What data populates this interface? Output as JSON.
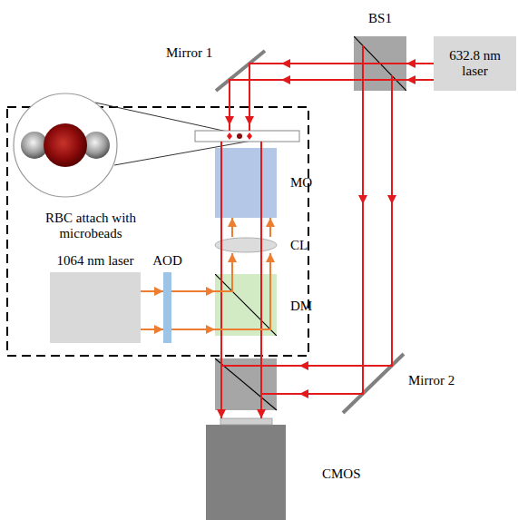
{
  "diagram": {
    "nodes": [
      {
        "text": [
          "BS1"
        ]
      },
      {
        "text": [
          "632.8 nm laser"
        ]
      },
      {
        "text": [
          "MO"
        ]
      },
      {
        "text": [
          "CL"
        ]
      },
      {
        "text": [
          "1064 nm laser"
        ]
      },
      {
        "text": [
          "AOD"
        ]
      },
      {
        "text": [
          "DM"
        ]
      },
      {
        "text": [
          "CMOS"
        ]
      }
    ],
    "edges": [
      {
        "from": 1,
        "to": 0,
        "arrow": "to"
      },
      {
        "from": 4,
        "to": 5,
        "arrow": "to"
      },
      {
        "from": 5,
        "to": 6,
        "arrow": "to"
      },
      {
        "from": 6,
        "to": 3,
        "arrow": "to"
      },
      {
        "from": 3,
        "to": 2,
        "arrow": "to"
      }
    ],
    "labels": [
      "Mirror 1",
      "RBC attach with microbeads",
      "Mirror 2"
    ]
  }
}
